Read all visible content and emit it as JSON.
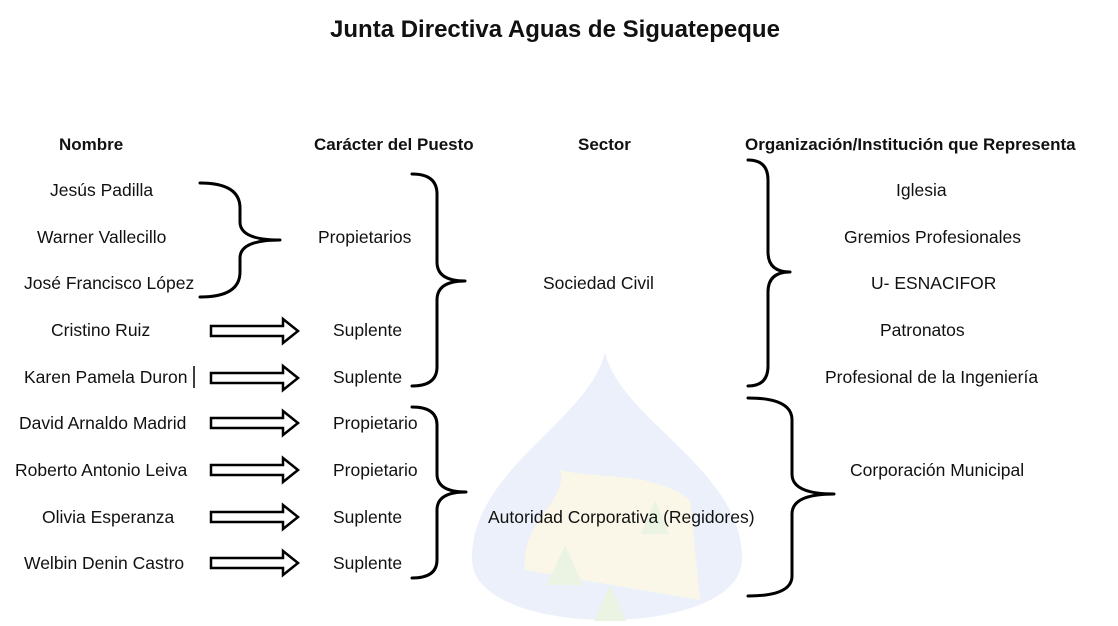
{
  "title": "Junta Directiva Aguas de Siguatepeque",
  "headers": {
    "name": "Nombre",
    "role": "Carácter del Puesto",
    "sector": "Sector",
    "organization": "Organización/Institución que Representa"
  },
  "members": [
    {
      "name": "Jesús Padilla"
    },
    {
      "name": "Warner Vallecillo"
    },
    {
      "name": "José Francisco López"
    },
    {
      "name": "Cristino Ruiz"
    },
    {
      "name": "Karen Pamela Duron"
    },
    {
      "name": "David Arnaldo Madrid"
    },
    {
      "name": "Roberto Antonio Leiva"
    },
    {
      "name": "Olivia Esperanza"
    },
    {
      "name": "Welbin Denin Castro"
    }
  ],
  "roles": [
    "Propietarios",
    "Suplente",
    "Suplente",
    "Propietario",
    "Propietario",
    "Suplente",
    "Suplente"
  ],
  "sectors": [
    "Sociedad Civil",
    "Autoridad Corporativa (Regidores)"
  ],
  "organizations": [
    "Iglesia",
    "Gremios Profesionales",
    "U- ESNACIFOR",
    "Patronatos",
    "Profesional de la Ingeniería",
    "Corporación Municipal"
  ],
  "colors": {
    "text": "#111111",
    "watermark_blue": "#9fb7e6",
    "watermark_yellow": "#f2e3a0",
    "watermark_green": "#b9d89a"
  }
}
